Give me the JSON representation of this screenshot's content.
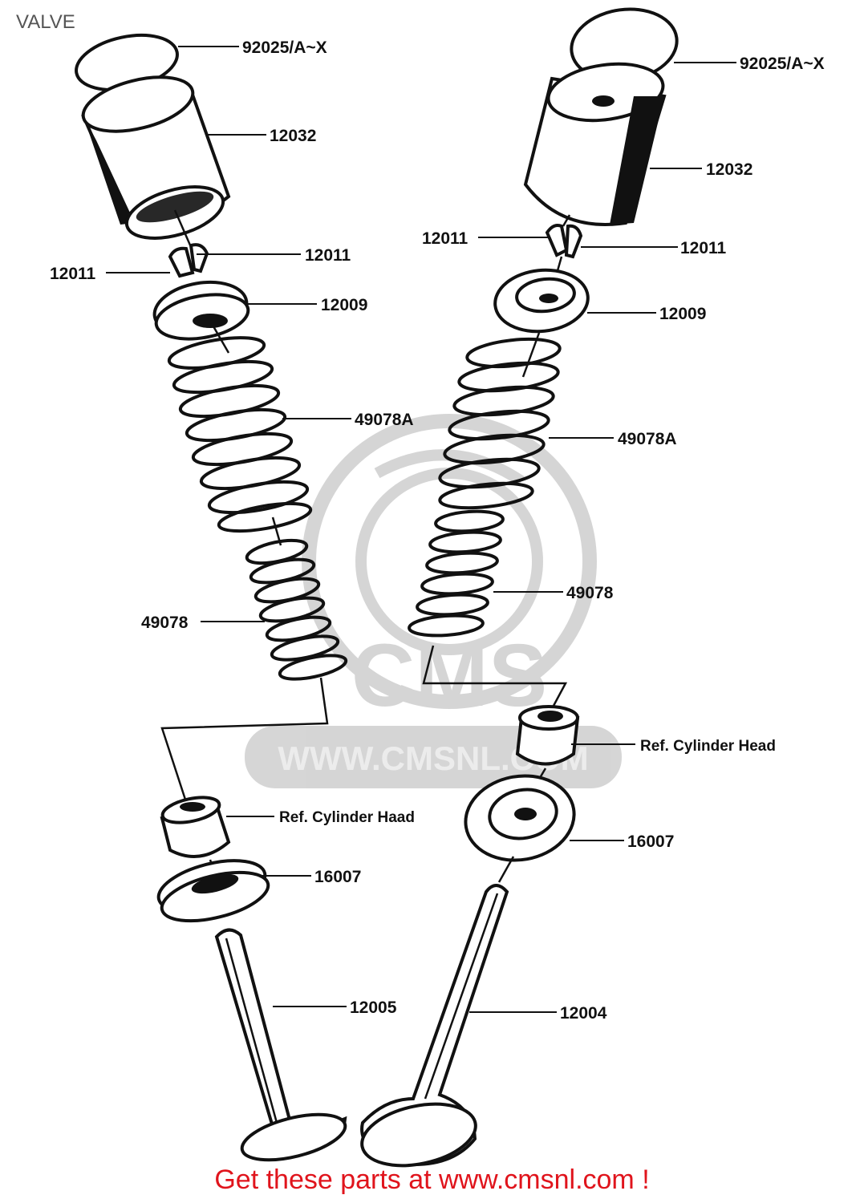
{
  "page": {
    "title": "VALVE",
    "footer_link": "Get these parts at www.cmsnl.com !"
  },
  "watermark": {
    "text": "WWW.CMSNL.COM",
    "logo_text": "CMS"
  },
  "labels": {
    "shim_left": "92025/A~X",
    "shim_right": "92025/A~X",
    "lifter_left": "12032",
    "lifter_right": "12032",
    "collet_left_outer": "12011",
    "collet_left_inner": "12011",
    "collet_right_outer": "12011",
    "collet_right_inner": "12011",
    "retainer_left": "12009",
    "retainer_right": "12009",
    "outer_spring_left": "49078A",
    "outer_spring_right": "49078A",
    "inner_spring_left": "49078",
    "inner_spring_right": "49078",
    "ref_left": "Ref.  Cylinder Haad",
    "ref_right": "Ref.  Cylinder Head",
    "seat_left": "16007",
    "seat_right": "16007",
    "valve_left": "12005",
    "valve_right": "12004"
  }
}
